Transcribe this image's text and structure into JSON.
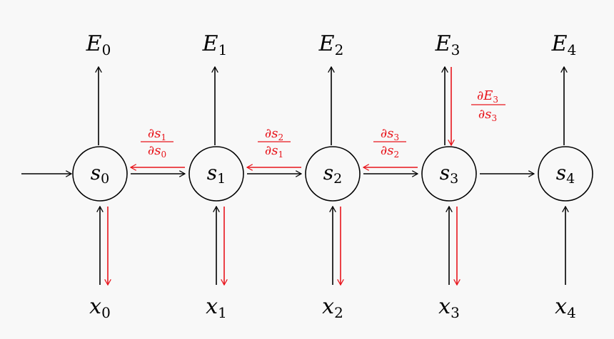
{
  "colors": {
    "background": "#f8f8f8",
    "forward": "#000000",
    "gradient": "#e8141b"
  },
  "nodes": [
    {
      "symbol": "s",
      "sub": "0"
    },
    {
      "symbol": "s",
      "sub": "1"
    },
    {
      "symbol": "s",
      "sub": "2"
    },
    {
      "symbol": "s",
      "sub": "3"
    },
    {
      "symbol": "s",
      "sub": "4"
    }
  ],
  "errors": [
    {
      "symbol": "E",
      "sub": "0"
    },
    {
      "symbol": "E",
      "sub": "1"
    },
    {
      "symbol": "E",
      "sub": "2"
    },
    {
      "symbol": "E",
      "sub": "3"
    },
    {
      "symbol": "E",
      "sub": "4"
    }
  ],
  "inputs": [
    {
      "symbol": "x",
      "sub": "0"
    },
    {
      "symbol": "x",
      "sub": "1"
    },
    {
      "symbol": "x",
      "sub": "2"
    },
    {
      "symbol": "x",
      "sub": "3"
    },
    {
      "symbol": "x",
      "sub": "4"
    }
  ],
  "gradient_labels": [
    {
      "num": "∂s",
      "num_sub": "1",
      "den": "∂s",
      "den_sub": "0"
    },
    {
      "num": "∂s",
      "num_sub": "2",
      "den": "∂s",
      "den_sub": "1"
    },
    {
      "num": "∂s",
      "num_sub": "3",
      "den": "∂s",
      "den_sub": "2"
    }
  ],
  "error_gradient_label": {
    "num": "∂E",
    "num_sub": "3",
    "den": "∂s",
    "den_sub": "3"
  }
}
